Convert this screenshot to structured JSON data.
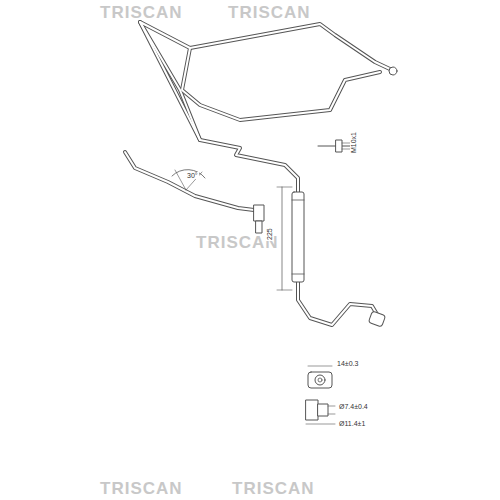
{
  "diagram": {
    "labels": [
      "TRISCAN",
      "TRISCAN",
      "TRISCAN",
      "TRISCAN",
      "TRISCAN",
      "225",
      "30°",
      "M10x1",
      "14±0.3",
      "Ø7.4±0.4",
      "Ø11.4±1"
    ]
  }
}
